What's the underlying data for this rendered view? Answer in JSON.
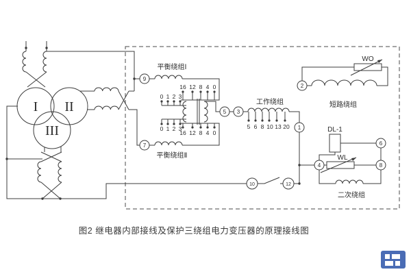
{
  "caption": "图2 继电器内部接线及保护三绕组电力变压器的原理接线图",
  "transformer": {
    "winding_i": "I",
    "winding_ii": "II",
    "winding_iii": "III"
  },
  "labels": {
    "balance_winding_1": "平衡绕组Ⅰ",
    "balance_winding_2": "平衡绕组Ⅱ",
    "working_winding": "工作绕组",
    "short_circuit_winding": "短路绕组",
    "secondary_winding": "二次绕组",
    "wo": "WO",
    "wl": "WL",
    "dl": "DL-1"
  },
  "taps": {
    "balance1_row": [
      "16",
      "12",
      "8",
      "4",
      "0"
    ],
    "balance1_sub": [
      "0",
      "1",
      "2",
      "3"
    ],
    "balance2_sub": [
      "0",
      "1",
      "2",
      "3"
    ],
    "balance2_row": [
      "16",
      "12",
      "8",
      "4",
      "0"
    ],
    "working_row": [
      "5",
      "6",
      "8",
      "10",
      "13",
      "20"
    ]
  },
  "terminals": {
    "t1": "1",
    "t2": "2",
    "t3": "3",
    "t4": "4",
    "t5": "5",
    "t6": "6",
    "t7": "7",
    "t8": "8",
    "t9": "9",
    "t10": "10",
    "t12": "12"
  },
  "colors": {
    "line": "#3c3c3c",
    "watermark": "#4a6cb5"
  }
}
